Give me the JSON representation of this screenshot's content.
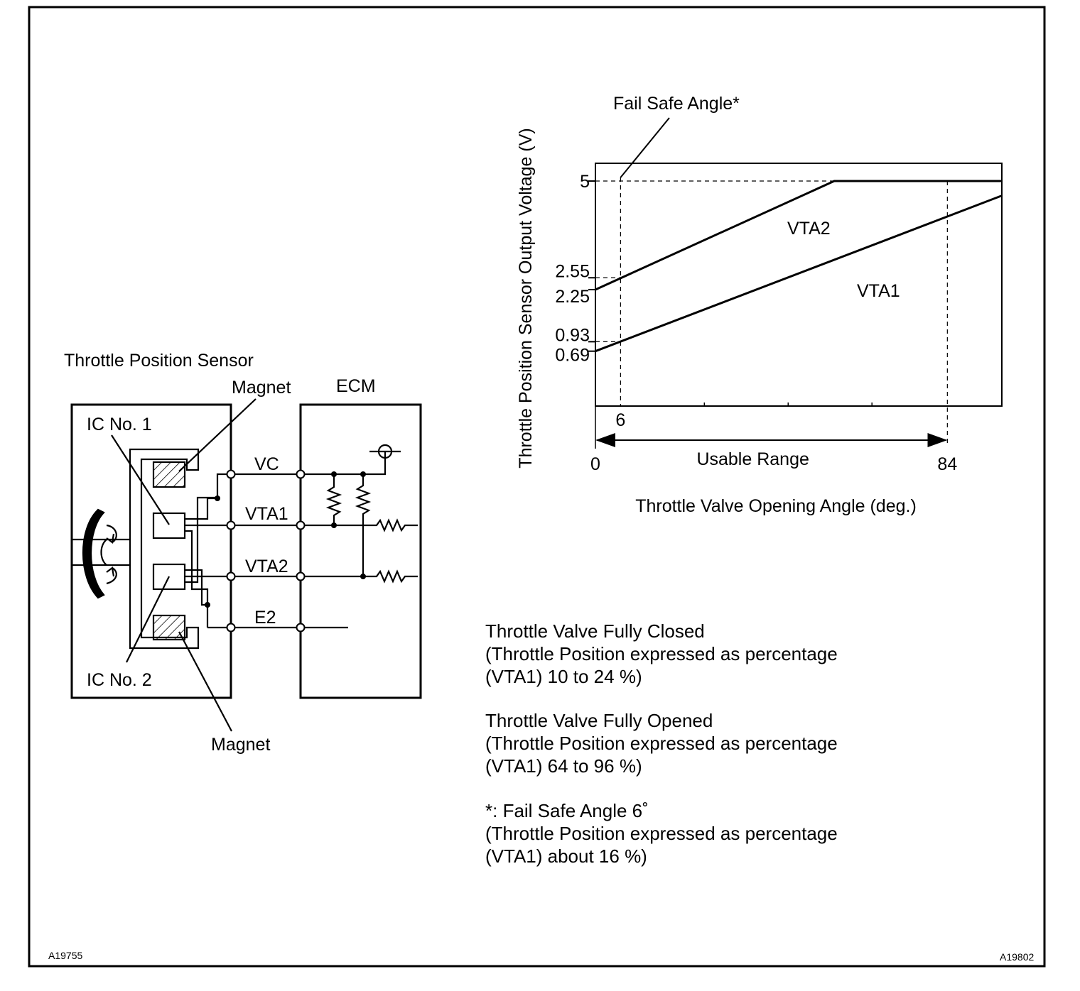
{
  "figure_codes": {
    "left": "A19755",
    "right": "A19802"
  },
  "circuit": {
    "title": "Throttle Position Sensor",
    "ecm_label": "ECM",
    "ic1_label": "IC No. 1",
    "ic2_label": "IC No. 2",
    "magnet_top_label": "Magnet",
    "magnet_bottom_label": "Magnet",
    "wires": {
      "vc": "VC",
      "vta1": "VTA1",
      "vta2": "VTA2",
      "e2": "E2"
    }
  },
  "chart_data": {
    "type": "line",
    "ylabel": "Throttle Position Sensor Output Voltage (V)",
    "xlabel": "Throttle Valve Opening Angle (deg.)",
    "xlim": [
      0,
      97
    ],
    "ylim": [
      -0.7,
      5.45
    ],
    "x_ticks": [
      {
        "value": 0,
        "label": "0"
      },
      {
        "value": 6,
        "label": "6"
      },
      {
        "value": 84,
        "label": "84"
      }
    ],
    "y_ticks": [
      {
        "value": 0.69,
        "label": "0.69"
      },
      {
        "value": 0.93,
        "label": "0.93"
      },
      {
        "value": 2.25,
        "label": "2.25"
      },
      {
        "value": 2.55,
        "label": "2.55"
      },
      {
        "value": 5,
        "label": "5"
      }
    ],
    "series": [
      {
        "name": "VTA2",
        "x": [
          0,
          57,
          97
        ],
        "y": [
          2.25,
          5.0,
          5.0
        ]
      },
      {
        "name": "VTA1",
        "x": [
          0,
          97
        ],
        "y": [
          0.69,
          4.63
        ]
      }
    ],
    "annotations": {
      "fail_safe": "Fail Safe Angle*",
      "usable_range": "Usable Range",
      "usable_range_x": [
        0,
        84
      ],
      "fail_safe_x": 6
    },
    "grid": false
  },
  "notes": [
    {
      "lines": [
        "Throttle Valve Fully Closed",
        "(Throttle Position expressed as percentage",
        "(VTA1) 10 to 24 %)"
      ]
    },
    {
      "lines": [
        "Throttle Valve Fully Opened",
        "(Throttle Position expressed as percentage",
        "(VTA1) 64 to 96 %)"
      ]
    },
    {
      "lines": [
        "*: Fail Safe Angle 6˚",
        "(Throttle Position expressed as percentage",
        "(VTA1) about 16 %)"
      ]
    }
  ]
}
